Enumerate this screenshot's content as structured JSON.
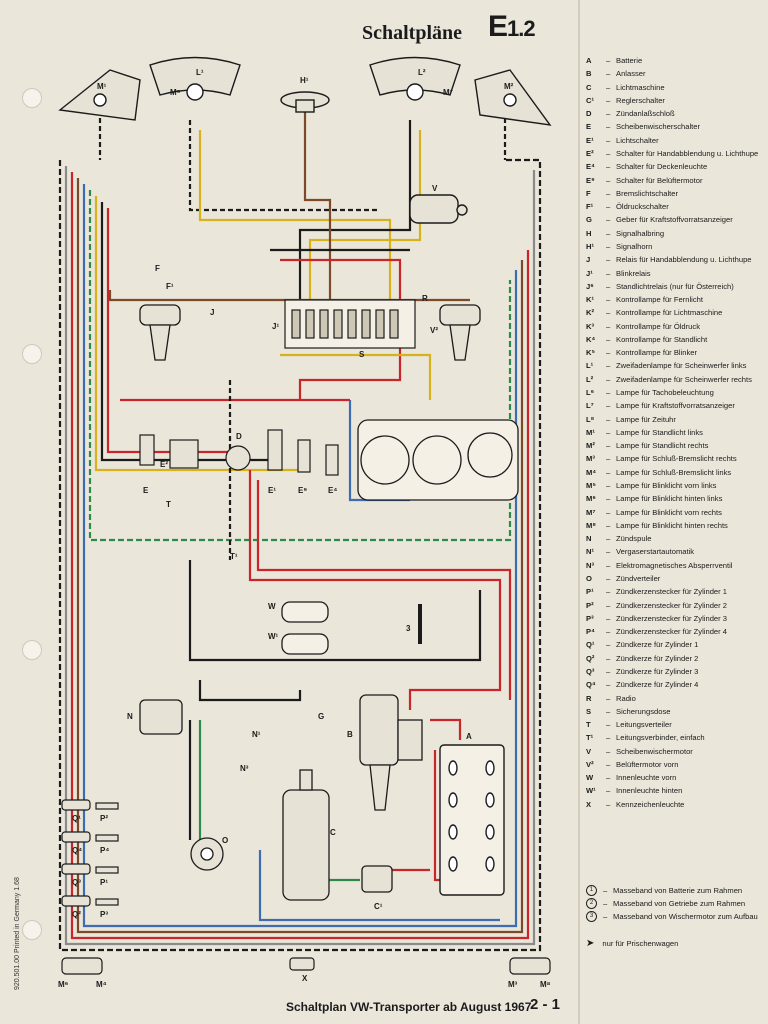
{
  "header": {
    "title": "Schaltpläne",
    "code": "E",
    "code_num": "1.2"
  },
  "footer": {
    "title": "Schaltplan VW-Transporter ab August 1967",
    "page": "2 - 1",
    "printed": "920.501.00 Printed in Germany 1.68"
  },
  "legend": [
    {
      "k": "A",
      "v": "Batterie"
    },
    {
      "k": "B",
      "v": "Anlasser"
    },
    {
      "k": "C",
      "v": "Lichtmaschine"
    },
    {
      "k": "C¹",
      "v": "Reglerschalter"
    },
    {
      "k": "D",
      "v": "Zündanlaßschloß"
    },
    {
      "k": "E",
      "v": "Scheibenwischerschalter"
    },
    {
      "k": "E¹",
      "v": "Lichtschalter"
    },
    {
      "k": "E²",
      "v": "Schalter für Handabblendung u. Lichthupe"
    },
    {
      "k": "E⁴",
      "v": "Schalter für Deckenleuchte"
    },
    {
      "k": "E⁹",
      "v": "Schalter für Belüftermotor"
    },
    {
      "k": "F",
      "v": "Bremslichtschalter"
    },
    {
      "k": "F¹",
      "v": "Öldruckschalter"
    },
    {
      "k": "G",
      "v": "Geber für Kraftstoffvorratsanzeiger"
    },
    {
      "k": "H",
      "v": "Signalhalbring"
    },
    {
      "k": "H¹",
      "v": "Signalhorn"
    },
    {
      "k": "J",
      "v": "Relais für Handabblendung u. Lichthupe"
    },
    {
      "k": "J¹",
      "v": "Blinkrelais"
    },
    {
      "k": "J⁶",
      "v": "Standlichtrelais (nur für Österreich)"
    },
    {
      "k": "K¹",
      "v": "Kontrollampe für Fernlicht"
    },
    {
      "k": "K²",
      "v": "Kontrollampe für Lichtmaschine"
    },
    {
      "k": "K³",
      "v": "Kontrollampe für Öldruck"
    },
    {
      "k": "K⁴",
      "v": "Kontrollampe für Standlicht"
    },
    {
      "k": "K⁵",
      "v": "Kontrollampe für Blinker"
    },
    {
      "k": "L¹",
      "v": "Zweifadenlampe für Scheinwerfer links"
    },
    {
      "k": "L²",
      "v": "Zweifadenlampe für Scheinwerfer rechts"
    },
    {
      "k": "L⁶",
      "v": "Lampe für Tachobeleuchtung"
    },
    {
      "k": "L⁷",
      "v": "Lampe für Kraftstoffvorratsanzeiger"
    },
    {
      "k": "L⁸",
      "v": "Lampe für Zeituhr"
    },
    {
      "k": "M¹",
      "v": "Lampe für Standlicht links"
    },
    {
      "k": "M²",
      "v": "Lampe für Standlicht rechts"
    },
    {
      "k": "M³",
      "v": "Lampe für Schluß-Bremslicht rechts"
    },
    {
      "k": "M⁴",
      "v": "Lampe für Schluß-Bremslicht links"
    },
    {
      "k": "M⁵",
      "v": "Lampe für Blinklicht vorn links"
    },
    {
      "k": "M⁶",
      "v": "Lampe für Blinklicht hinten links"
    },
    {
      "k": "M⁷",
      "v": "Lampe für Blinklicht vorn rechts"
    },
    {
      "k": "M⁸",
      "v": "Lampe für Blinklicht hinten rechts"
    },
    {
      "k": "N",
      "v": "Zündspule"
    },
    {
      "k": "N¹",
      "v": "Vergaserstartautomatik"
    },
    {
      "k": "N³",
      "v": "Elektromagnetisches Absperrventil"
    },
    {
      "k": "O",
      "v": "Zündverteiler"
    },
    {
      "k": "P¹",
      "v": "Zündkerzenstecker für Zylinder 1"
    },
    {
      "k": "P²",
      "v": "Zündkerzenstecker für Zylinder 2"
    },
    {
      "k": "P³",
      "v": "Zündkerzenstecker für Zylinder 3"
    },
    {
      "k": "P⁴",
      "v": "Zündkerzenstecker für Zylinder 4"
    },
    {
      "k": "Q¹",
      "v": "Zündkerze für Zylinder 1"
    },
    {
      "k": "Q²",
      "v": "Zündkerze für Zylinder 2"
    },
    {
      "k": "Q³",
      "v": "Zündkerze für Zylinder 3"
    },
    {
      "k": "Q⁴",
      "v": "Zündkerze für Zylinder 4"
    },
    {
      "k": "R",
      "v": "Radio"
    },
    {
      "k": "S",
      "v": "Sicherungsdose"
    },
    {
      "k": "T",
      "v": "Leitungsverteiler"
    },
    {
      "k": "T¹",
      "v": "Leitungsverbinder, einfach"
    },
    {
      "k": "V",
      "v": "Scheibenwischermotor"
    },
    {
      "k": "V²",
      "v": "Belüftermotor vorn"
    },
    {
      "k": "W",
      "v": "Innenleuchte vorn"
    },
    {
      "k": "W¹",
      "v": "Innenleuchte hinten"
    },
    {
      "k": "X",
      "v": "Kennzeichenleuchte"
    }
  ],
  "notes": [
    {
      "n": "1",
      "v": "Masseband von Batterie zum Rahmen"
    },
    {
      "n": "2",
      "v": "Masseband von Getriebe zum Rahmen"
    },
    {
      "n": "3",
      "v": "Masseband von Wischermotor zum Aufbau"
    }
  ],
  "arrow_note": "nur für Prischenwagen",
  "diagram_labels": {
    "m1": "M¹",
    "m5": "M⁵",
    "l1": "L¹",
    "h1": "H¹",
    "l2": "L²",
    "m7": "M⁷",
    "m2": "M²",
    "v": "V",
    "f": "F",
    "f1": "F¹",
    "j": "J",
    "j1": "J¹",
    "r": "R",
    "s": "S",
    "v2": "V²",
    "e2": "E²",
    "e": "E",
    "d": "D",
    "e1": "E¹",
    "e9": "E⁹",
    "e4": "E⁴",
    "t": "T",
    "t1": "T¹",
    "w": "W",
    "w1": "W¹",
    "n": "N",
    "n1": "N¹",
    "n3": "N³",
    "g": "G",
    "b": "B",
    "a": "A",
    "c": "C",
    "c1": "C¹",
    "o": "O",
    "q1": "Q¹",
    "q4": "Q⁴",
    "q3": "Q³",
    "q2": "Q²",
    "p2": "P²",
    "p4": "P⁴",
    "p1": "P¹",
    "p3": "P³",
    "x": "X",
    "m6": "M⁶",
    "m4": "M⁴",
    "m3": "M³",
    "m8": "M⁸",
    "ground3": "3"
  },
  "colors": {
    "paper": "#ebe6da",
    "red": "#c8262a",
    "yellow": "#d6b21c",
    "green": "#2d8a4a",
    "blue": "#3f6bb0",
    "brown": "#7a4a2a",
    "black": "#1b1b1b",
    "grey": "#8a8a8a"
  }
}
